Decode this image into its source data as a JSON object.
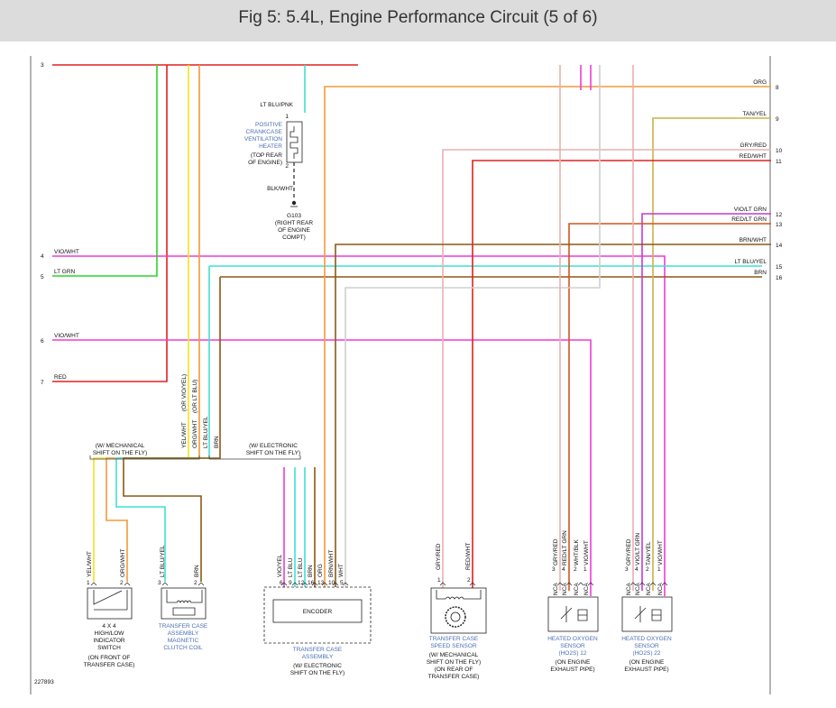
{
  "title": "Fig 5: 5.4L, Engine Performance Circuit (5 of 6)",
  "figure_id": "227893",
  "left_pins": [
    "3",
    "4",
    "5",
    "6",
    "7"
  ],
  "left_wire_labels": [
    "VIO/WHT",
    "LT GRN",
    "VIO/WHT",
    "RED"
  ],
  "right_wires": [
    {
      "label": "ORG",
      "pin": "8"
    },
    {
      "label": "TAN/YEL",
      "pin": "9"
    },
    {
      "label": "GRY/RED",
      "pin": "10"
    },
    {
      "label": "RED/WHT",
      "pin": "11"
    },
    {
      "label": "VIO/LT GRN",
      "pin": "12"
    },
    {
      "label": "RED/LT GRN",
      "pin": "13"
    },
    {
      "label": "BRN/WHT",
      "pin": "14"
    },
    {
      "label": "LT BLU/YEL",
      "pin": "15"
    },
    {
      "label": "BRN",
      "pin": "16"
    }
  ],
  "pcv": {
    "wire_top": "LT BLU/PNK",
    "pin_top": "1",
    "pin_bottom": "2",
    "name": [
      "POSITIVE",
      "CRANKCASE",
      "VENTILATION",
      "HEATER"
    ],
    "location": [
      "(TOP REAR",
      "OF ENGINE)"
    ],
    "wire_bottom": "BLK/WHT",
    "ground": [
      "G103",
      "(RIGHT REAR",
      "OF ENGINE",
      "COMPT)"
    ]
  },
  "vertical_labels": [
    "YEL/WHT",
    "(OR VIO/YEL)",
    "ORG/WHT",
    "(OR LT BLU)",
    "LT BLU/YEL",
    "BRN"
  ],
  "splice_mech": [
    "(W/ MECHANICAL",
    "SHIFT ON THE FLY)"
  ],
  "splice_elec": [
    "(W/ ELECTRONIC",
    "SHIFT ON THE FLY)"
  ],
  "switch": {
    "wires": [
      "YEL/WHT",
      "ORG/WHT"
    ],
    "pins": [
      "1",
      "2"
    ],
    "name": [
      "4 X 4",
      "HIGH/LOW",
      "INDICATOR",
      "SWITCH"
    ],
    "location": [
      "(ON FRONT OF",
      "TRANSFER CASE)"
    ]
  },
  "clutch": {
    "wires": [
      "LT BLU/YEL",
      "BRN"
    ],
    "pins": [
      "3",
      "2"
    ],
    "name": [
      "TRANSFER CASE",
      "ASSEMBLY",
      "MAGNETIC",
      "CLUTCH COIL"
    ]
  },
  "encoder": {
    "label": "ENCODER",
    "wires": [
      "VIO/YEL",
      "LT BLU",
      "LT BLU",
      "BRN",
      "ORG",
      "BRN/WHT",
      "WHT"
    ],
    "pins": [
      "6",
      "9",
      "12",
      "16",
      "13",
      "10",
      "5"
    ],
    "name": [
      "TRANSFER CASE",
      "ASSEMBLY"
    ],
    "note": [
      "(W/ ELECTRONIC",
      "SHIFT ON THE FLY)"
    ]
  },
  "speed_sensor": {
    "wires": [
      "GRY/RED",
      "RED/WHT"
    ],
    "pins": [
      "1",
      "2"
    ],
    "name": [
      "TRANSFER CASE",
      "SPEED SENSOR"
    ],
    "note": [
      "(W/ MECHANICAL",
      "SHIFT ON THE FLY)",
      "(ON REAR OF",
      "TRANSFER CASE)"
    ]
  },
  "ho2s12": {
    "wires": [
      "GRY/RED",
      "RED/LT GRN",
      "WHT/BLK",
      "VIO/WHT"
    ],
    "pins": [
      "3",
      "4",
      "2",
      "1"
    ],
    "codes": [
      "NCA",
      "NCA",
      "NCA",
      "NCA"
    ],
    "name": [
      "HEATED OXYGEN",
      "SENSOR",
      "(HO2S) 12"
    ],
    "location": [
      "(ON ENGINE",
      "EXHAUST PIPE)"
    ]
  },
  "ho2s22": {
    "wires": [
      "GRY/RED",
      "VIO/LT GRN",
      "TAN/YEL",
      "VIO/WHT"
    ],
    "pins": [
      "3",
      "4",
      "2",
      "1"
    ],
    "codes": [
      "NCA",
      "NCA",
      "NCA",
      "NCA"
    ],
    "name": [
      "HEATED OXYGEN",
      "SENSOR",
      "(HO2S) 22"
    ],
    "location": [
      "(ON ENGINE",
      "EXHAUST PIPE)"
    ]
  },
  "colors": {
    "red": "#e02020",
    "green": "#2bd42b",
    "yellow": "#f2e21e",
    "orange": "#f29a3a",
    "tan": "#c9b24a",
    "gry_red": "#e8b0b0",
    "violet": "#ee3bd6",
    "cyan": "#3fe0d0",
    "brown": "#8a5a12",
    "white": "#cfcfcf",
    "pink": "#f57fb0",
    "title_bg": "#dcdcdc"
  }
}
